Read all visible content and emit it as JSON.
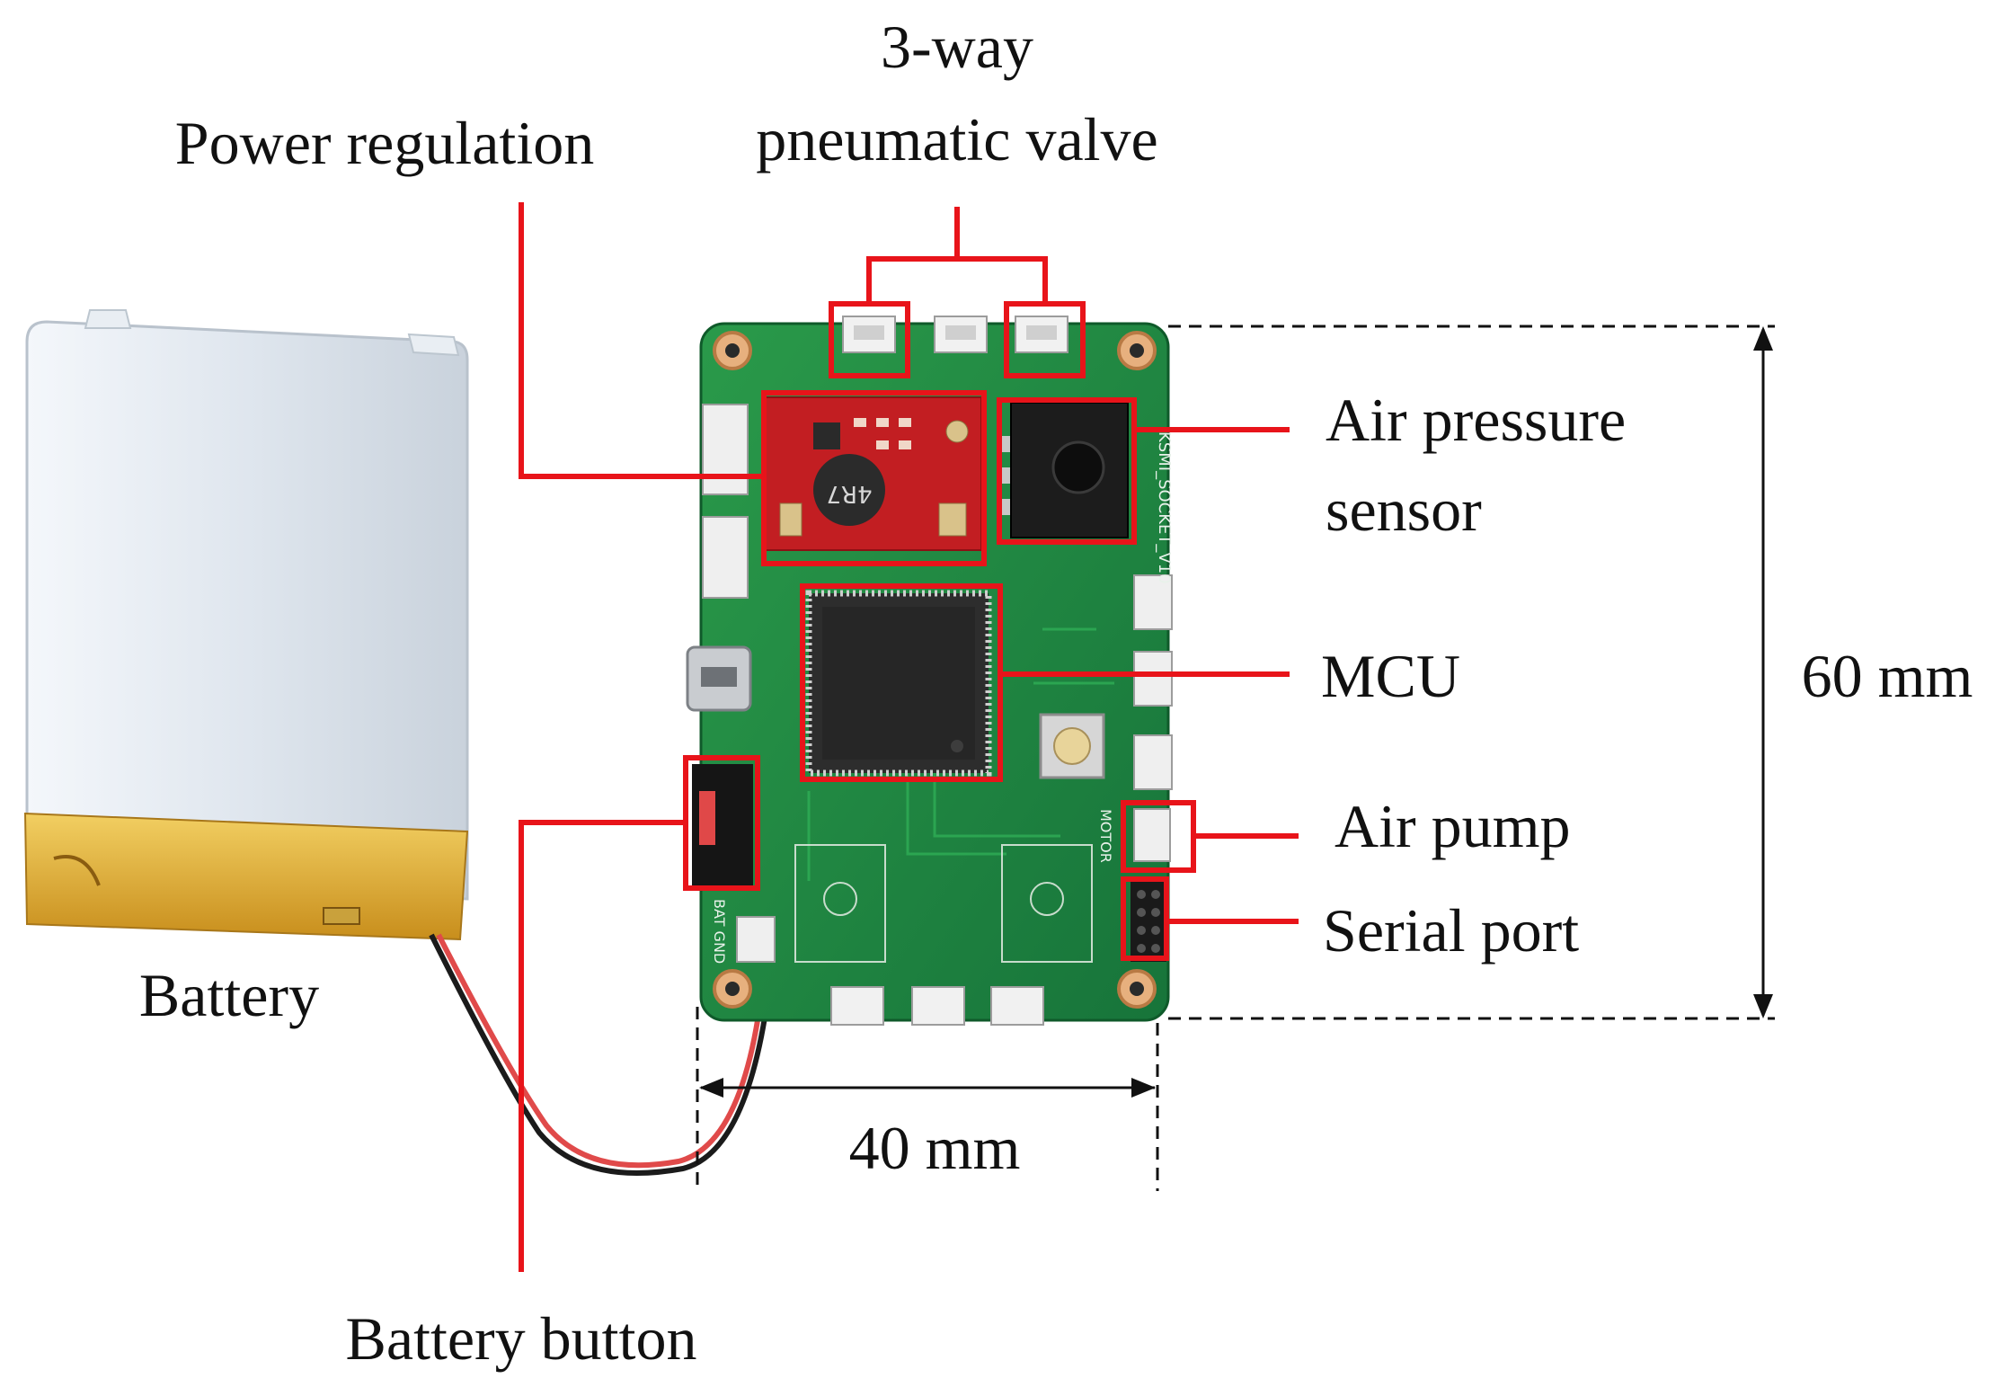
{
  "labels": {
    "valve_line1": "3-way",
    "valve_line2": "pneumatic valve",
    "power": "Power regulation",
    "sensor_line1": "Air pressure",
    "sensor_line2": "sensor",
    "mcu": "MCU",
    "pump": "Air pump",
    "serial": "Serial port",
    "battery": "Battery",
    "battery_button": "Battery button"
  },
  "dimensions": {
    "height": "60 mm",
    "width": "40 mm"
  },
  "pcb_text": {
    "inductor": "4R7",
    "board_name": "KSMI_SOCKET_V10",
    "motor": "MOTOR",
    "bat_gnd": "BAT GND"
  },
  "colors": {
    "annotation": "#e8141a",
    "pcb": "#1f8a3e",
    "battery_body": "#dfe6ee",
    "battery_tape": "#e0b43a"
  }
}
